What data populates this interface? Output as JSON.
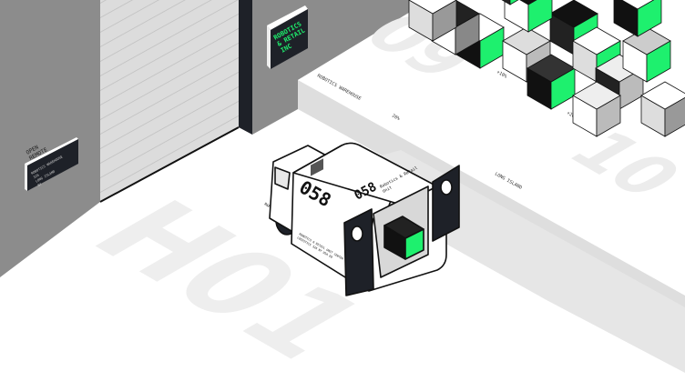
{
  "building": {
    "company_sign": [
      "ROBOTICS",
      "& RETAIL",
      "INC"
    ],
    "open_label": [
      "OPEN",
      "REMOTE"
    ],
    "small_sign": [
      "ROBOTICS WAREHOUSE",
      "326",
      "LONG ISLAND",
      "NY"
    ]
  },
  "platform": {
    "label_warehouse": "ROBOTICS WAREHOUSE",
    "label_percent": "26%",
    "label_location": "LONG ISLAND",
    "label_cube_a": "+10%",
    "label_cube_b": "+26%",
    "number_top": "09",
    "number_right": "10"
  },
  "floor": {
    "bay_label": "H01"
  },
  "truck": {
    "side_number": "058",
    "back_number": "058",
    "back_label": [
      "Robotics & Retail",
      "Unit"
    ],
    "side_text": [
      "ROBOTICS & RETAIL UNIT CENTER",
      "LOGISTICS 326 NY USA 09"
    ],
    "cab_label": "R&R"
  },
  "colors": {
    "accent": "#1ef06e",
    "dark": "#1e2128",
    "wall": "#8c8c8c",
    "shutter": "#d9d9d9"
  }
}
